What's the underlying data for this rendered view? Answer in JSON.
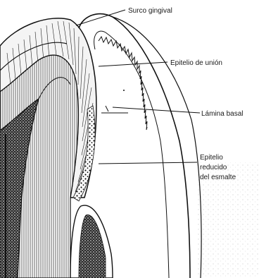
{
  "diagram": {
    "labels": {
      "sulcus": "Surco gingival",
      "junctional_epithelium": "Epitelio de unión",
      "basal_lamina": "Lámina basal",
      "reduced_enamel_epithelium": [
        "Epitelio",
        "reducido",
        "del esmalte"
      ]
    },
    "colors": {
      "ink": "#1a1a1a",
      "background": "#ffffff"
    }
  }
}
